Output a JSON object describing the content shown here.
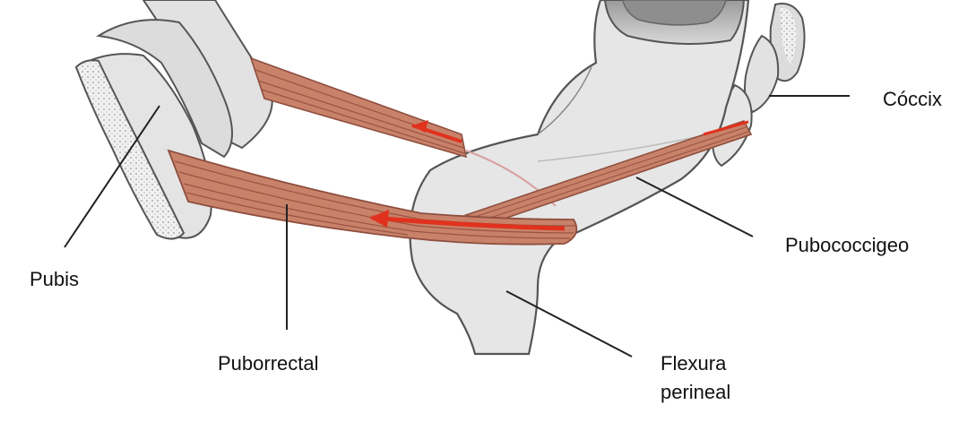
{
  "labels": {
    "coccix": "Cóccix",
    "pubococcigeo": "Pubococcigeo",
    "pubis": "Pubis",
    "puborrectal": "Puborrectal",
    "flexura_line1": "Flexura",
    "flexura_line2": "perineal"
  },
  "colors": {
    "muscle": "#c8826a",
    "muscle_dark": "#9a5442",
    "arrow": "#e0321e",
    "organ": "#e6e6e6",
    "organ_stroke": "#555555",
    "bone_texture": "#bdbdbd"
  }
}
